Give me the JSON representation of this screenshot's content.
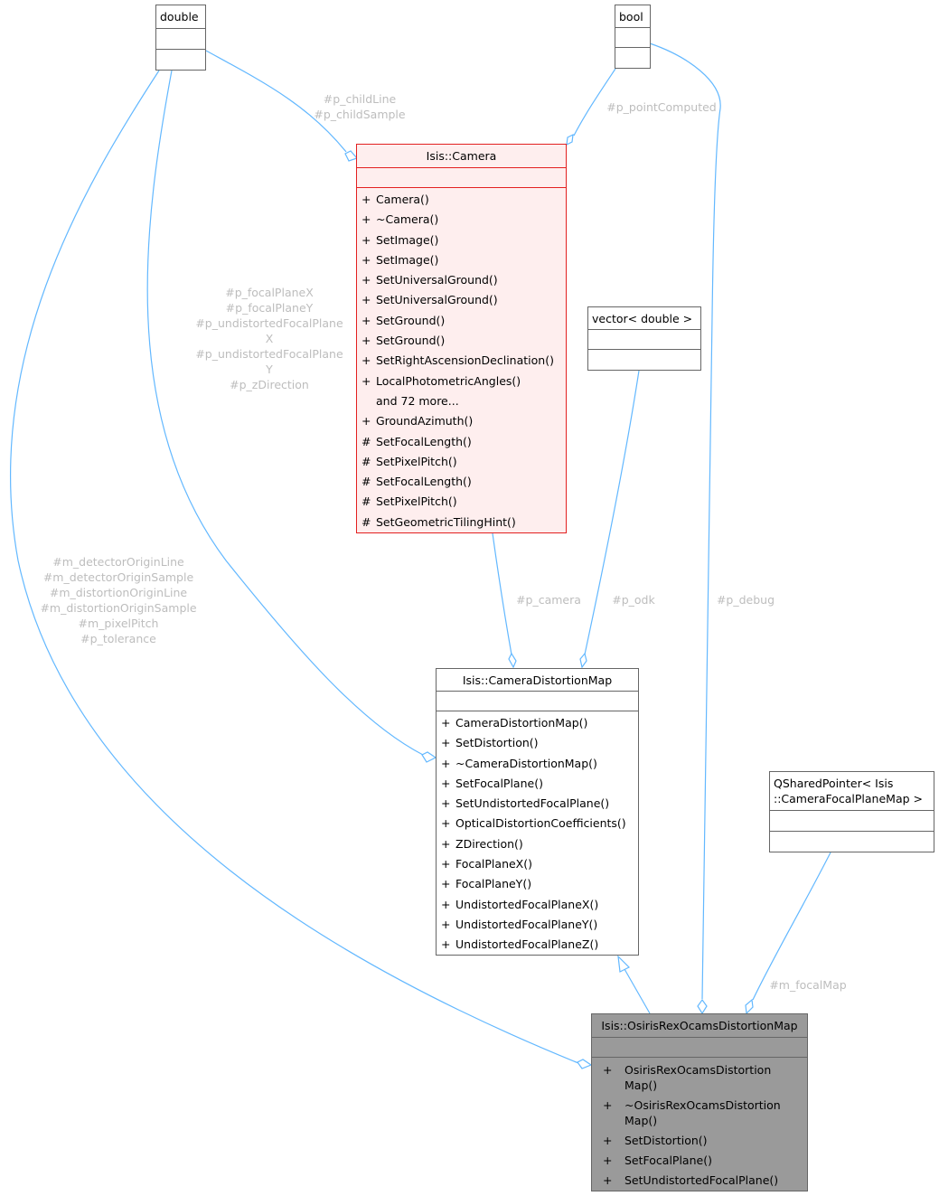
{
  "colors": {
    "edge": "#63b8ff",
    "camera_border": "#e32020",
    "camera_fill": "#feeeee",
    "focus_fill": "#9a9a9a"
  },
  "classes": {
    "double": {
      "name": "double"
    },
    "bool": {
      "name": "bool"
    },
    "camera": {
      "name": "Isis::Camera",
      "members": [
        {
          "vis": "+",
          "name": "Camera()"
        },
        {
          "vis": "+",
          "name": "~Camera()"
        },
        {
          "vis": "+",
          "name": "SetImage()"
        },
        {
          "vis": "+",
          "name": "SetImage()"
        },
        {
          "vis": "+",
          "name": "SetUniversalGround()"
        },
        {
          "vis": "+",
          "name": "SetUniversalGround()"
        },
        {
          "vis": "+",
          "name": "SetGround()"
        },
        {
          "vis": "+",
          "name": "SetGround()"
        },
        {
          "vis": "+",
          "name": "SetRightAscensionDeclination()"
        },
        {
          "vis": "+",
          "name": "LocalPhotometricAngles()"
        },
        {
          "vis": "",
          "name": "and 72 more..."
        },
        {
          "vis": "+",
          "name": "GroundAzimuth()"
        },
        {
          "vis": "#",
          "name": "SetFocalLength()"
        },
        {
          "vis": "#",
          "name": "SetPixelPitch()"
        },
        {
          "vis": "#",
          "name": "SetFocalLength()"
        },
        {
          "vis": "#",
          "name": "SetPixelPitch()"
        },
        {
          "vis": "#",
          "name": "SetGeometricTilingHint()"
        }
      ]
    },
    "vector": {
      "name": "vector< double >"
    },
    "distortion_map": {
      "name": "Isis::CameraDistortionMap",
      "members": [
        {
          "vis": "+",
          "name": "CameraDistortionMap()"
        },
        {
          "vis": "+",
          "name": "SetDistortion()"
        },
        {
          "vis": "+",
          "name": "~CameraDistortionMap()"
        },
        {
          "vis": "+",
          "name": "SetFocalPlane()"
        },
        {
          "vis": "+",
          "name": "SetUndistortedFocalPlane()"
        },
        {
          "vis": "+",
          "name": "OpticalDistortionCoefficients()"
        },
        {
          "vis": "+",
          "name": "ZDirection()"
        },
        {
          "vis": "+",
          "name": "FocalPlaneX()"
        },
        {
          "vis": "+",
          "name": "FocalPlaneY()"
        },
        {
          "vis": "+",
          "name": "UndistortedFocalPlaneX()"
        },
        {
          "vis": "+",
          "name": "UndistortedFocalPlaneY()"
        },
        {
          "vis": "+",
          "name": "UndistortedFocalPlaneZ()"
        }
      ]
    },
    "qshared": {
      "name_lines": [
        "QSharedPointer< Isis",
        "::CameraFocalPlaneMap >"
      ]
    },
    "ocams": {
      "name": "Isis::OsirisRexOcamsDistortionMap",
      "members": [
        {
          "vis": "+",
          "name_lines": [
            "OsirisRexOcamsDistortion",
            "Map()"
          ]
        },
        {
          "vis": "+",
          "name_lines": [
            "~OsirisRexOcamsDistortion",
            "Map()"
          ]
        },
        {
          "vis": "+",
          "name_lines": [
            "SetDistortion()"
          ]
        },
        {
          "vis": "+",
          "name_lines": [
            "SetFocalPlane()"
          ]
        },
        {
          "vis": "+",
          "name_lines": [
            "SetUndistortedFocalPlane()"
          ]
        }
      ]
    }
  },
  "edge_labels": {
    "child": [
      "#p_childLine",
      "#p_childSample"
    ],
    "point_computed": [
      "#p_pointComputed"
    ],
    "focal": [
      "#p_focalPlaneX",
      "#p_focalPlaneY",
      "#p_undistortedFocalPlane",
      "X",
      "#p_undistortedFocalPlane",
      "Y",
      "#p_zDirection"
    ],
    "detector": [
      "#m_detectorOriginLine",
      "#m_detectorOriginSample",
      "#m_distortionOriginLine",
      "#m_distortionOriginSample",
      "#m_pixelPitch",
      "#p_tolerance"
    ],
    "camera": [
      "#p_camera"
    ],
    "odk": [
      "#p_odk"
    ],
    "debug": [
      "#p_debug"
    ],
    "focal_map": [
      "#m_focalMap"
    ]
  }
}
